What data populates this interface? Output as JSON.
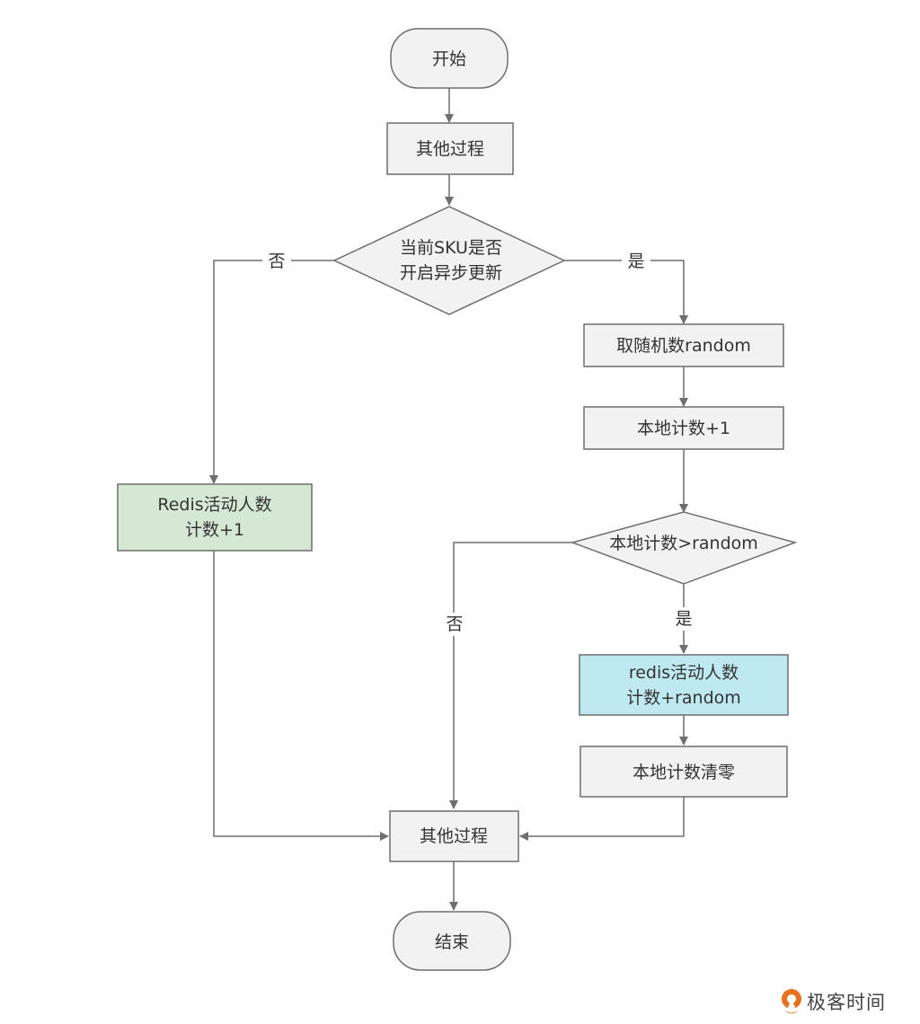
{
  "diagram": {
    "colors": {
      "default_fill": "#f2f2f2",
      "stroke": "#6e6e6e",
      "green_fill": "#d5e8d4",
      "cyan_fill": "#bfe9f0",
      "text": "#333333",
      "brand_orange": "#e8711f"
    },
    "nodes": {
      "start": {
        "label": "开始",
        "shape": "terminator"
      },
      "other1": {
        "label": "其他过程",
        "shape": "process"
      },
      "decision1": {
        "lines": [
          "当前SKU是否",
          "开启异步更新"
        ],
        "shape": "decision"
      },
      "random": {
        "label": "取随机数random",
        "shape": "process"
      },
      "local_inc": {
        "label": "本地计数+1",
        "shape": "process"
      },
      "redis_inc1": {
        "lines": [
          "Redis活动人数",
          "计数+1"
        ],
        "shape": "process",
        "fill": "green"
      },
      "decision2": {
        "label": "本地计数>random",
        "shape": "decision"
      },
      "redis_inc_rand": {
        "lines": [
          "redis活动人数",
          "计数+random"
        ],
        "shape": "process",
        "fill": "cyan"
      },
      "local_reset": {
        "label": "本地计数清零",
        "shape": "process"
      },
      "other2": {
        "label": "其他过程",
        "shape": "process"
      },
      "end": {
        "label": "结束",
        "shape": "terminator"
      }
    },
    "edge_labels": {
      "d1_no": "否",
      "d1_yes": "是",
      "d2_no": "否",
      "d2_yes": "是"
    }
  },
  "branding": {
    "logo_icon": "geektime-logo-icon",
    "logo_text": "极客时间"
  }
}
